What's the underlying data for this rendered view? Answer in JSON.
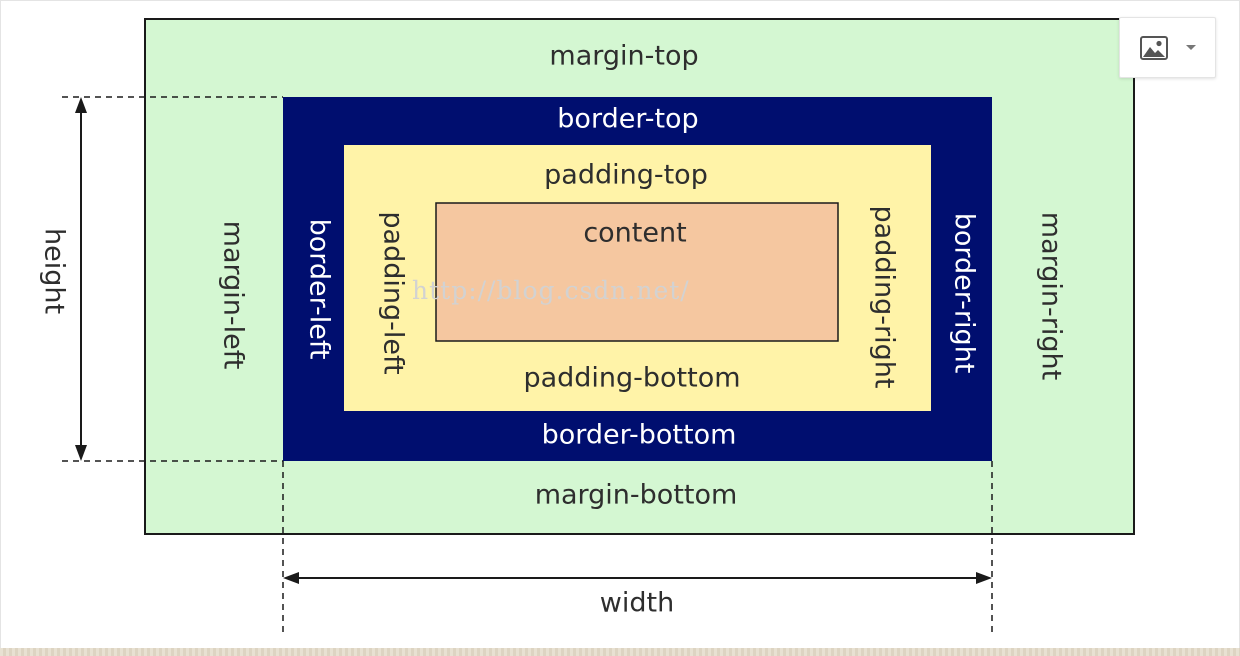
{
  "diagram": {
    "labels": {
      "margin_top": "margin-top",
      "margin_bottom": "margin-bottom",
      "margin_left": "margin-left",
      "margin_right": "margin-right",
      "border_top": "border-top",
      "border_bottom": "border-bottom",
      "border_left": "border-left",
      "border_right": "border-right",
      "padding_top": "padding-top",
      "padding_bottom": "padding-bottom",
      "padding_left": "padding-left",
      "padding_right": "padding-right",
      "content": "content",
      "height": "height",
      "width": "width"
    },
    "watermark": "http://blog.csdn.net/",
    "colors": {
      "margin": "#d4f7d2",
      "border": "#000e6f",
      "padding": "#fff3a8",
      "content": "#f5c7a0",
      "line": "#1a1a1a",
      "dark_text": "#2e2e2e",
      "light_text": "#ffffff"
    }
  },
  "toolbar": {
    "image_icon": "image-icon",
    "dropdown_icon": "chevron-down-icon"
  }
}
